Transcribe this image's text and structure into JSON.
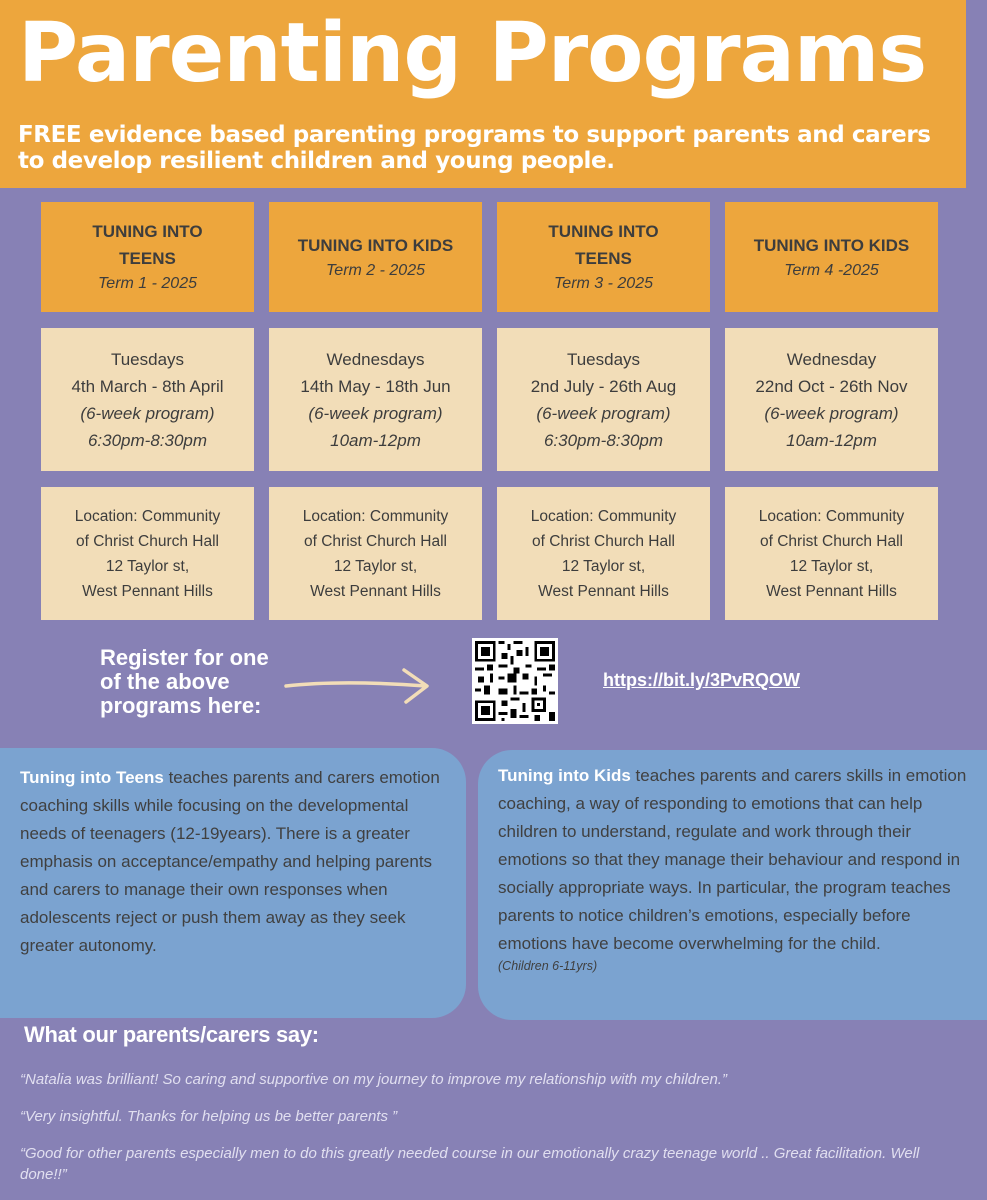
{
  "header": {
    "title": "Parenting Programs",
    "subtitle": "FREE evidence based parenting programs to support parents and carers to develop resilient children and young people."
  },
  "programs": [
    {
      "name": "TUNING INTO\nTEENS",
      "term": "Term 1 - 2025",
      "day": "Tuesdays",
      "dates": "4th March - 8th April",
      "length": "(6-week program)",
      "time": "6:30pm-8:30pm",
      "location": "Location: Community\nof Christ Church Hall\n12 Taylor st,\nWest Pennant Hills"
    },
    {
      "name": "TUNING INTO KIDS",
      "term": "Term 2 - 2025",
      "day": "Wednesdays",
      "dates": "14th May - 18th Jun",
      "length": "(6-week program)",
      "time": "10am-12pm",
      "location": "Location: Community\nof Christ Church Hall\n12 Taylor st,\nWest Pennant Hills"
    },
    {
      "name": "TUNING INTO\nTEENS",
      "term": "Term 3 - 2025",
      "day": "Tuesdays",
      "dates": "2nd July - 26th Aug",
      "length": "(6-week program)",
      "time": "6:30pm-8:30pm",
      "location": "Location: Community\nof Christ Church Hall\n12 Taylor st,\nWest Pennant Hills"
    },
    {
      "name": "TUNING INTO KIDS",
      "term": "Term 4 -2025",
      "day": "Wednesday",
      "dates": "22nd Oct - 26th Nov",
      "length": "(6-week program)",
      "time": "10am-12pm",
      "location": "Location: Community\nof Christ Church Hall\n12 Taylor st,\nWest Pennant Hills"
    }
  ],
  "register": {
    "text": "Register for one\nof the above\nprograms here:",
    "link": "https://bit.ly/3PvRQOW"
  },
  "descriptions": {
    "teens_lead": "Tuning into Teens",
    "teens_body": " teaches parents and carers emotion coaching skills while focusing on the developmental needs of teenagers (12-19years). There is a greater emphasis on acceptance/empathy and helping parents and carers to manage their own responses when adolescents reject or push them away as they seek greater autonomy.",
    "kids_lead": "Tuning into Kids",
    "kids_body": " teaches parents and carers skills in emotion coaching, a way of responding to emotions that can help children to understand, regulate and work through their emotions so that they manage their behaviour and respond in socially appropriate ways. In particular, the program teaches parents to notice children’s emotions, especially before emotions have become overwhelming for the child.",
    "kids_note": "(Children 6-11yrs)"
  },
  "testimonials": {
    "title": "What our parents/carers say:",
    "quotes": [
      "“Natalia was brilliant! So caring and supportive on my journey to improve my relationship with my children.”",
      "“Very insightful. Thanks for helping us be better parents ”",
      "“Good for other parents especially men to do this greatly needed course in our emotionally crazy teenage world .. Great facilitation. Well done!!”"
    ]
  },
  "colors": {
    "background": "#8781b5",
    "orange": "#eda63d",
    "cream": "#f2ddb8",
    "blue": "#7ba3d0"
  }
}
